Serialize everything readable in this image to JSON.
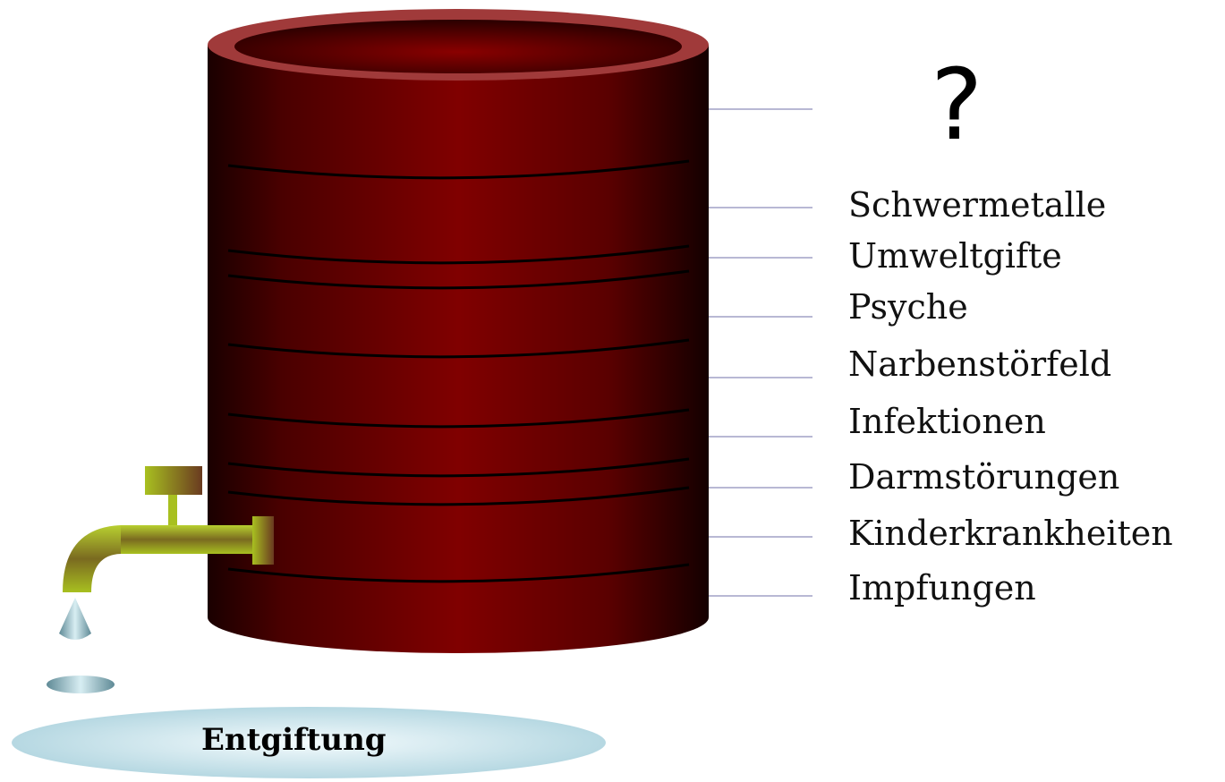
{
  "question_mark": "?",
  "layers": [
    "Schwermetalle",
    "Umweltgifte",
    "Psyche",
    "Narbenstörfeld",
    "Infektionen",
    "Darmstörungen",
    "Kinderkrankheiten",
    "Impfungen"
  ],
  "pool_label": "Entgiftung",
  "colors": {
    "barrel_dark": "#1a0000",
    "barrel_mid": "#800000",
    "barrel_rim": "#a03a3a",
    "tap": "#a8c020",
    "drop": "#8fb3c0",
    "pool": "#cfe6ee",
    "leader_line": "#b8b8d4"
  }
}
